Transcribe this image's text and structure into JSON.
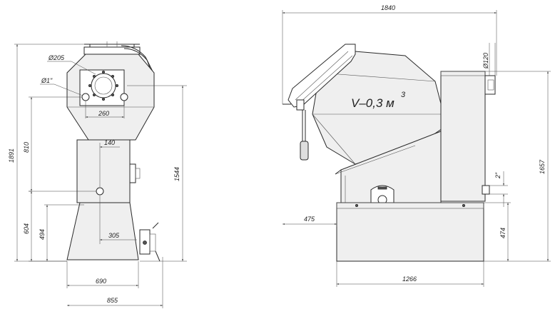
{
  "front_view": {
    "dimensions": {
      "d205": "Ø205",
      "d1": "Ø1\"",
      "d260": "260",
      "d140": "140",
      "d810": "810",
      "d1891": "1891",
      "d1544": "1544",
      "d604": "604",
      "d494": "494",
      "d305": "305",
      "d690": "690",
      "d855": "855"
    }
  },
  "side_view": {
    "volume_label": "V–0,3 м",
    "volume_exponent": "3",
    "dimensions": {
      "d1840": "1840",
      "d120": "Ø120",
      "d2": "2\"",
      "d1657": "1657",
      "d475": "475",
      "d474": "474",
      "d1266": "1266"
    }
  }
}
